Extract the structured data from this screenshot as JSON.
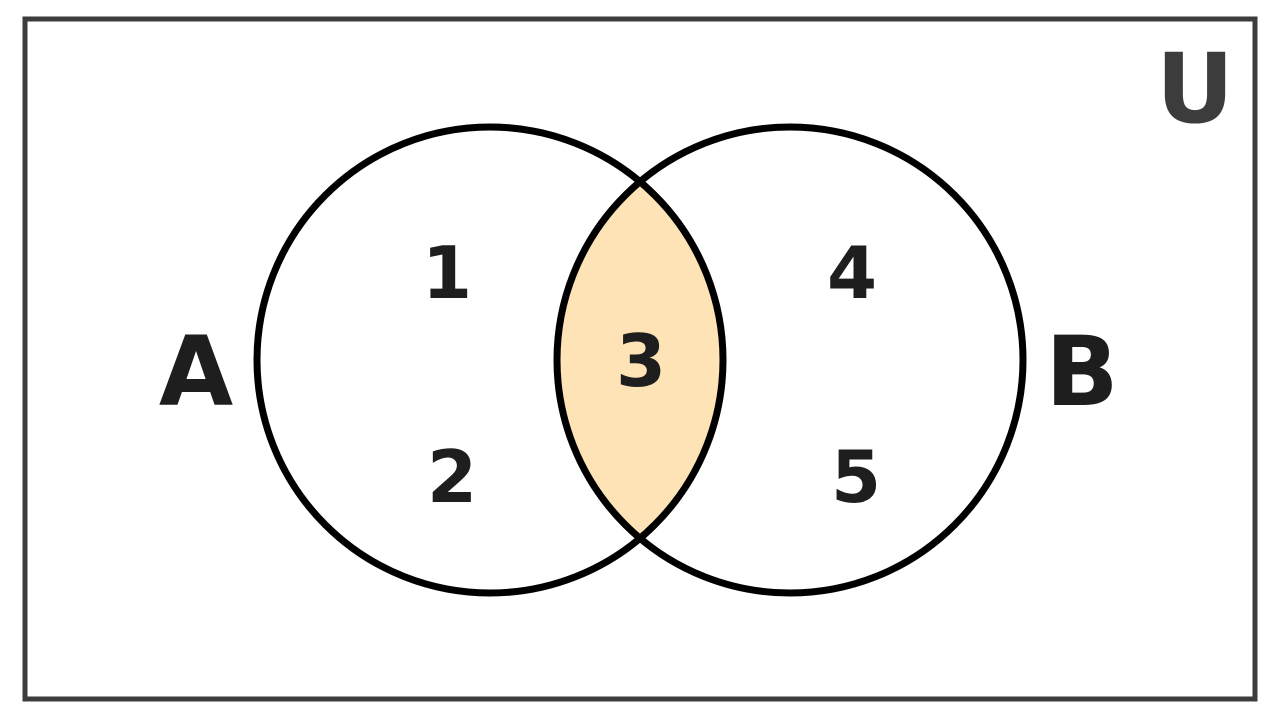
{
  "universe": {
    "label": "U"
  },
  "sets": [
    {
      "label": "A"
    },
    {
      "label": "B"
    }
  ],
  "regions": {
    "a_only": [
      "1",
      "2"
    ],
    "intersection": [
      "3"
    ],
    "b_only": [
      "4",
      "5"
    ]
  },
  "colors": {
    "intersection_fill": "#fde3b6",
    "stroke": "#000000",
    "border": "#3c3c3c",
    "text": "#1e1e1e"
  }
}
